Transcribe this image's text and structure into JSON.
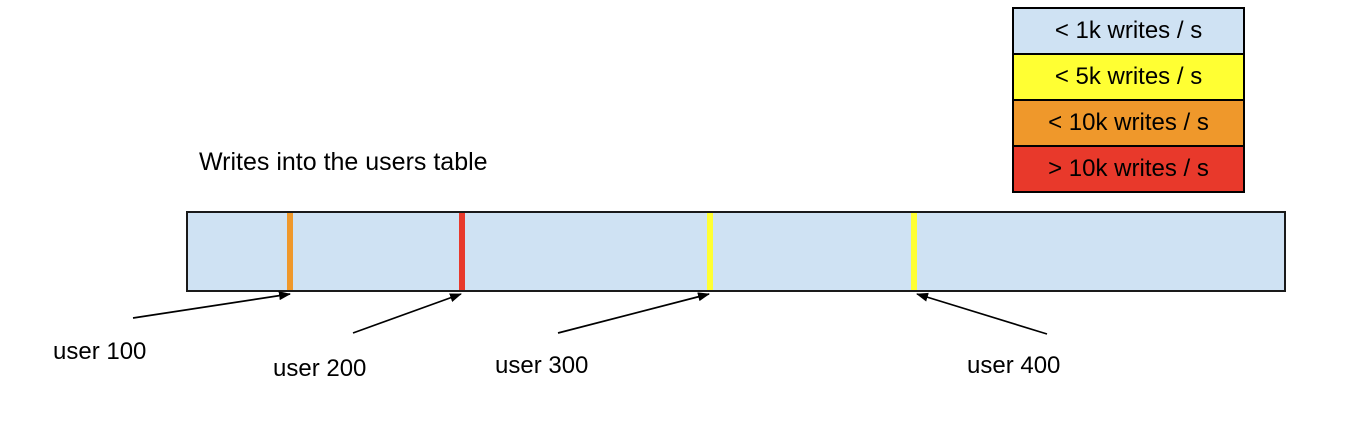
{
  "title": "Writes into the users table",
  "legend": {
    "items": [
      {
        "label": "< 1k writes / s",
        "color": "#cfe2f3"
      },
      {
        "label": "< 5k writes / s",
        "color": "#ffff33"
      },
      {
        "label": "< 10k writes / s",
        "color": "#ef982b"
      },
      {
        "label": "> 10k writes / s",
        "color": "#e8392b"
      }
    ]
  },
  "bar": {
    "fill_color": "#cfe2f3",
    "border_color": "#000000",
    "markers": [
      {
        "label": "user 100",
        "color": "#ef982b"
      },
      {
        "label": "user 200",
        "color": "#e8392b"
      },
      {
        "label": "user 300",
        "color": "#ffff33"
      },
      {
        "label": "user 400",
        "color": "#ffff33"
      }
    ]
  }
}
